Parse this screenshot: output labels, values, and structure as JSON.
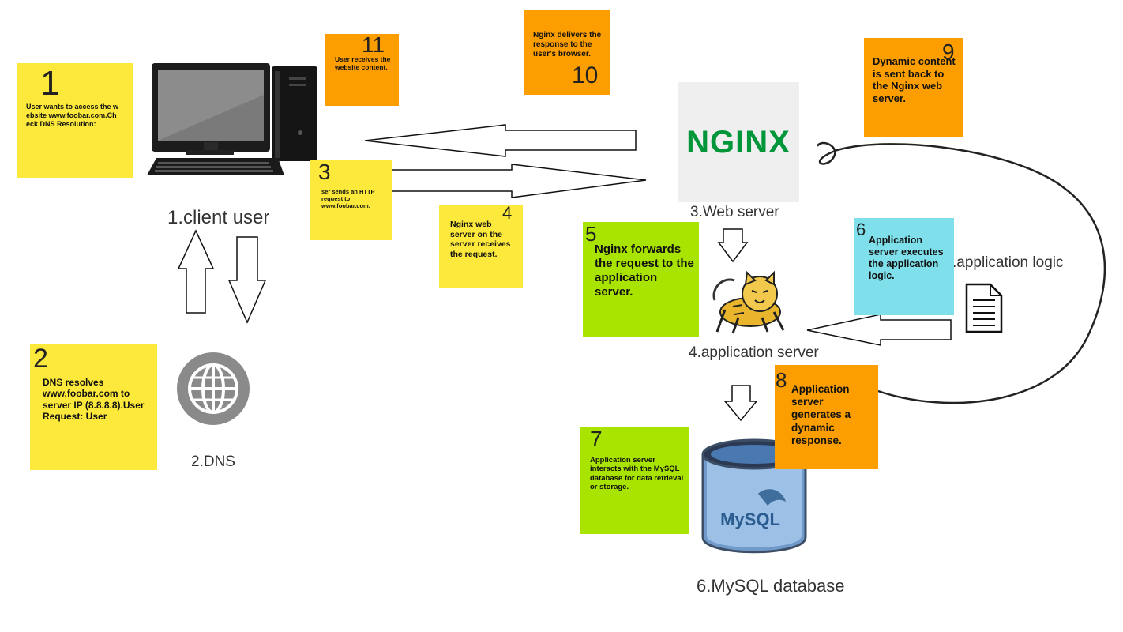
{
  "colors": {
    "yellow_note": "#fce93c",
    "orange_note": "#fd9e00",
    "green_note": "#a9e400",
    "cyan_note": "#7fe0ec",
    "nginx_green": "#009639",
    "arrow_stroke": "#111111"
  },
  "nodes": {
    "client": {
      "label": "1.client user",
      "icon": "desktop-computer-icon"
    },
    "dns": {
      "label": "2.DNS",
      "icon": "globe-icon"
    },
    "web_server": {
      "label": "3.Web server",
      "logo": "NGINX"
    },
    "app_server": {
      "label": "4.application server",
      "icon": "tomcat-cat-icon"
    },
    "app_logic": {
      "label": ".application logic",
      "icon": "document-icon"
    },
    "database": {
      "label": "6.MySQL database",
      "logo": "MySQL"
    }
  },
  "notes": [
    {
      "id": "note-1",
      "num": "1",
      "text": "User wants to access the website www.foobar.com.Check DNS Resolution:"
    },
    {
      "id": "note-2",
      "num": "2",
      "text": "DNS resolves www.foobar.com to server IP (8.8.8.8).User Request: User"
    },
    {
      "id": "note-3",
      "num": "3",
      "text": "ser sends an HTTP request to www.foobar.com."
    },
    {
      "id": "note-4",
      "num": "4",
      "text": "Nginx web server on the server receives the request."
    },
    {
      "id": "note-5",
      "num": "5",
      "text": "Nginx forwards the request to the application server."
    },
    {
      "id": "note-6",
      "num": "6",
      "text": "Application server executes the application logic."
    },
    {
      "id": "note-7",
      "num": "7",
      "text": "Application server interacts with the MySQL database for data retrieval or storage."
    },
    {
      "id": "note-8",
      "num": "8",
      "text": "Application server generates a dynamic response."
    },
    {
      "id": "note-9",
      "num": "9",
      "text": "Dynamic content is sent back to the Nginx web server."
    },
    {
      "id": "note-10",
      "num": "10",
      "text": "Nginx delivers the response to the user's browser."
    },
    {
      "id": "note-11",
      "num": "11",
      "text": "User receives the website content."
    }
  ]
}
